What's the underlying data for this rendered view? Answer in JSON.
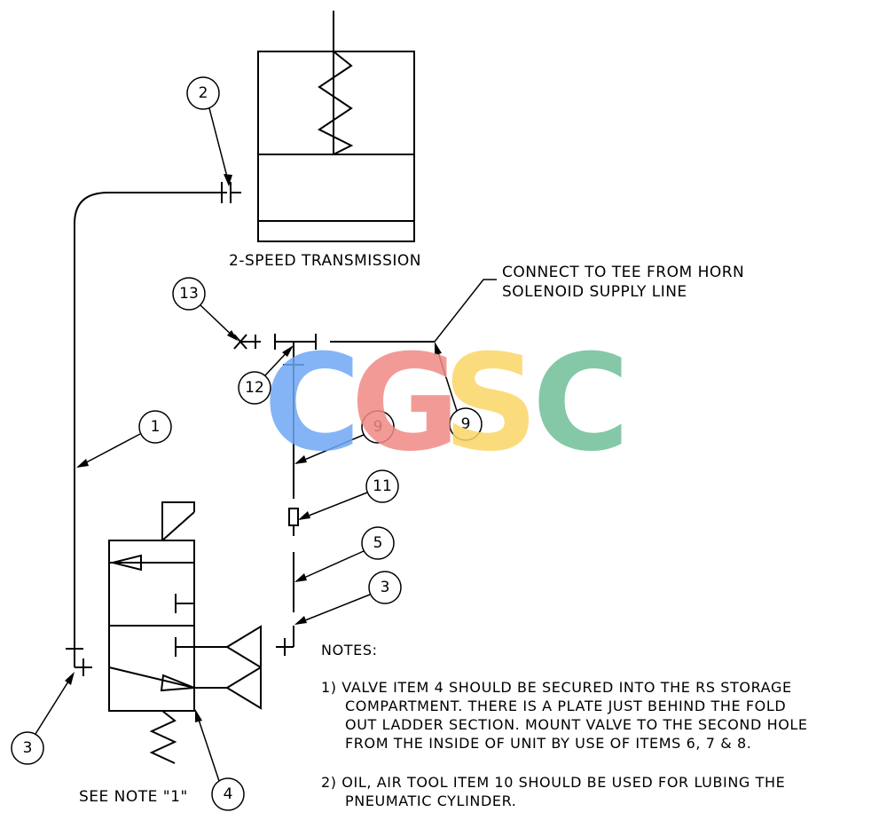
{
  "labels": {
    "transmission": "2-SPEED TRANSMISSION",
    "connect_line1": "CONNECT TO TEE FROM HORN",
    "connect_line2": "SOLENOID SUPPLY LINE",
    "see_note": "SEE NOTE \"1\""
  },
  "callouts": {
    "c2": "2",
    "c13": "13",
    "c12": "12",
    "c1": "1",
    "c9a": "9",
    "c9b": "9",
    "c11": "11",
    "c5": "5",
    "c3a": "3",
    "c3b": "3",
    "c4": "4"
  },
  "notes": {
    "heading": "NOTES:",
    "n1_l1": "1) VALVE ITEM 4 SHOULD BE SECURED INTO THE RS STORAGE",
    "n1_l2": "COMPARTMENT.  THERE IS A PLATE JUST BEHIND THE FOLD",
    "n1_l3": "OUT LADDER SECTION.  MOUNT VALVE TO THE SECOND HOLE",
    "n1_l4": "FROM THE INSIDE OF UNIT BY USE OF ITEMS 6, 7 & 8.",
    "n2_l1": "2) OIL, AIR TOOL ITEM 10 SHOULD BE USED FOR LUBING THE",
    "n2_l2": "PNEUMATIC CYLINDER."
  },
  "watermark": {
    "letters": [
      "C",
      "G",
      "S",
      "C"
    ],
    "colors": [
      "#6fa8f5",
      "#f08a84",
      "#fbd667",
      "#6fbf98"
    ]
  }
}
